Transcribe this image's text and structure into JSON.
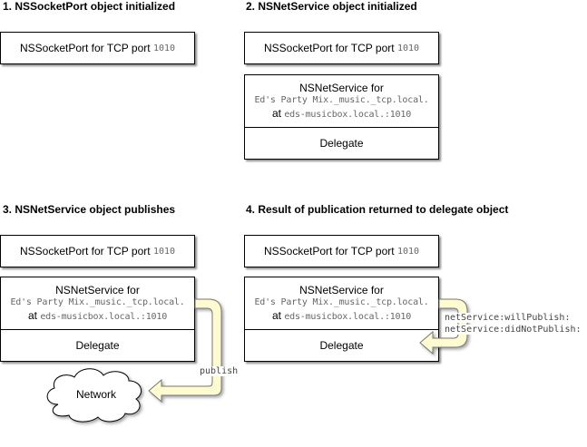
{
  "panels": [
    {
      "title": "1. NSSocketPort object initialized",
      "socket": {
        "label": "NSSocketPort for TCP port",
        "port": "1010"
      }
    },
    {
      "title": "2. NSNetService object initialized",
      "socket": {
        "label": "NSSocketPort for TCP port",
        "port": "1010"
      },
      "service": {
        "line1": "NSNetService for",
        "name": "Ed's Party Mix._music._tcp.local.",
        "at": "at",
        "host": "eds-musicbox.local.:1010",
        "delegate": "Delegate"
      }
    },
    {
      "title": "3. NSNetService object publishes",
      "socket": {
        "label": "NSSocketPort for TCP port",
        "port": "1010"
      },
      "service": {
        "line1": "NSNetService for",
        "name": "Ed's Party Mix._music._tcp.local.",
        "at": "at",
        "host": "eds-musicbox.local.:1010",
        "delegate": "Delegate"
      },
      "publish_label": "publish",
      "network_label": "Network"
    },
    {
      "title": "4. Result of publication returned to delegate object",
      "socket": {
        "label": "NSSocketPort for TCP port",
        "port": "1010"
      },
      "service": {
        "line1": "NSNetService for",
        "name": "Ed's Party Mix._music._tcp.local.",
        "at": "at",
        "host": "eds-musicbox.local.:1010",
        "delegate": "Delegate"
      },
      "callbacks": [
        "netService:willPublish:",
        "netService:didNotPublish:"
      ]
    }
  ],
  "colors": {
    "arrow_fill": "#fffbd0",
    "arrow_stroke": "#777777",
    "code_text": "#666666"
  }
}
